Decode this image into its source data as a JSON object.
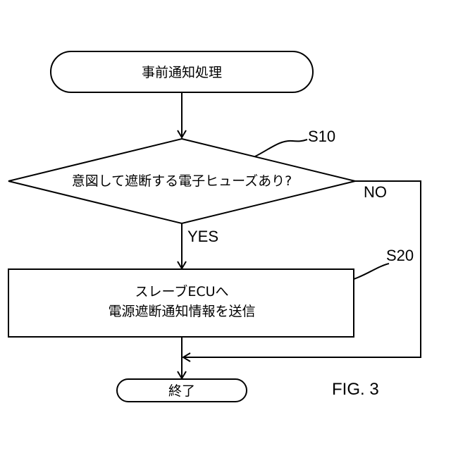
{
  "flowchart": {
    "start": "事前通知処理",
    "decision": "意図して遮断する電子ヒューズあり?",
    "decision_step": "S10",
    "branch_yes": "YES",
    "branch_no": "NO",
    "process_line1": "スレーブECUへ",
    "process_line2": "電源遮断通知情報を送信",
    "process_step": "S20",
    "end": "終了"
  },
  "figure_label": "FIG. 3"
}
